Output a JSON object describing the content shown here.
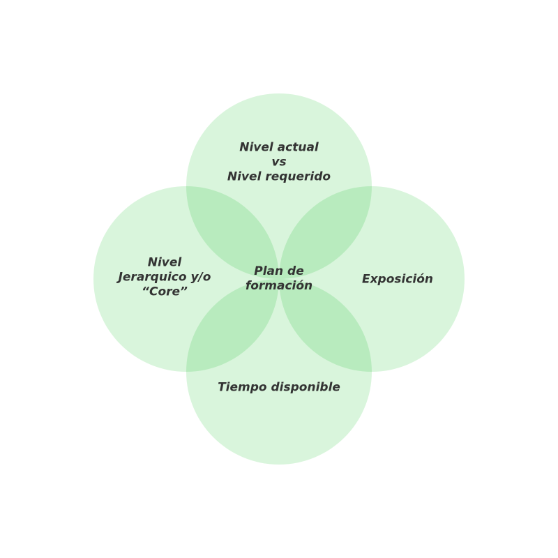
{
  "diagram": {
    "type": "venn",
    "fill_color": "#d9f5dc",
    "overlap_color": "#b5efc0",
    "text_color": "#333333",
    "center": {
      "lines": [
        "Plan de",
        "formación"
      ]
    },
    "circles": [
      {
        "id": "top",
        "lines": [
          "Nivel actual",
          "vs",
          "Nivel requerido"
        ]
      },
      {
        "id": "left",
        "lines": [
          "Nivel",
          "Jerarquico y/o",
          "“Core”"
        ]
      },
      {
        "id": "right",
        "lines": [
          "Exposición"
        ]
      },
      {
        "id": "bottom",
        "lines": [
          "Tiempo disponible"
        ]
      }
    ]
  }
}
